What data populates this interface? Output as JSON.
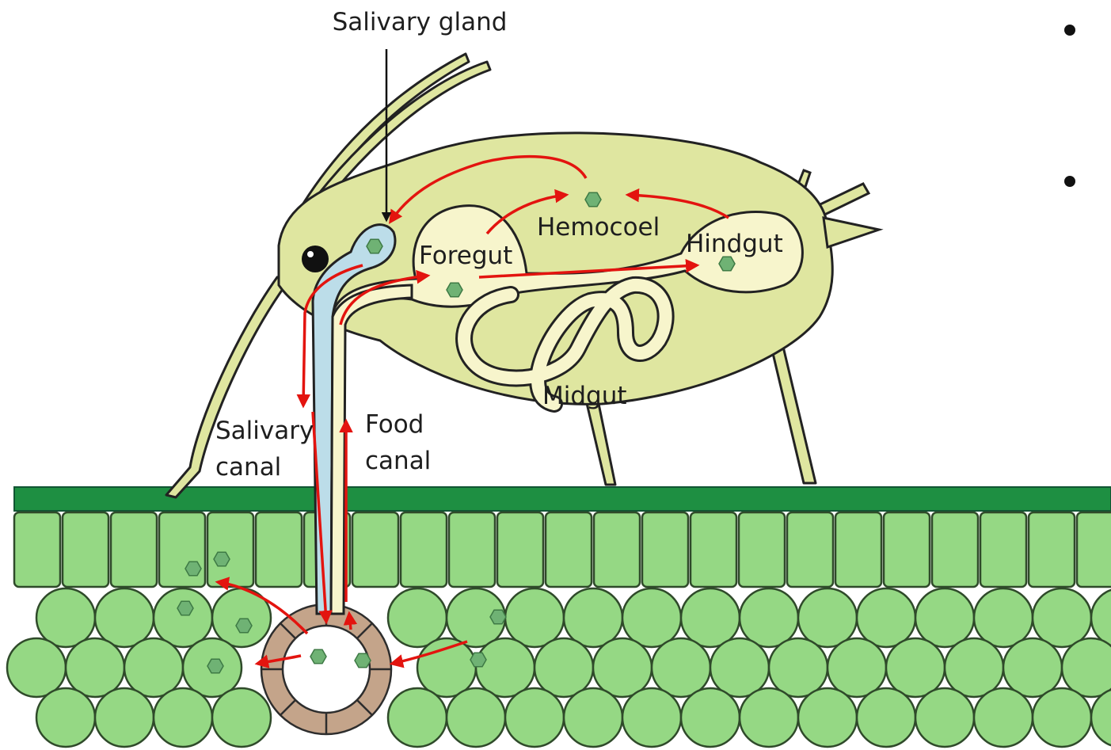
{
  "labels": {
    "salivary_gland": "Salivary gland",
    "hemocoel": "Hemocoel",
    "hindgut": "Hindgut",
    "foregut": "Foregut",
    "midgut": "Midgut",
    "salivary_canal_line1": "Salivary",
    "salivary_canal_line2": "canal",
    "food_canal_line1": "Food",
    "food_canal_line2": "canal"
  },
  "colors": {
    "aphid_body": "#dfe6a0",
    "gut": "#f7f5cc",
    "salivary": "#bcdde9",
    "leaf_surface": "#1e8f42",
    "leaf_cell": "#95d884",
    "phloem_ring": "#c4a48a",
    "virus": "#6fb274",
    "arrow": "#e3140f"
  },
  "icons": [
    "virus-particle-icon",
    "arrow-icon",
    "bullet-dot-icon"
  ]
}
